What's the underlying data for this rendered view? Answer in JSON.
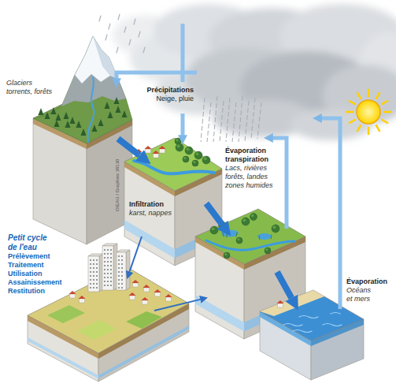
{
  "diagram": {
    "nodes": [
      {
        "text": [
          "Glaciers torrents, forêts"
        ]
      },
      {
        "text": [
          "Infiltration",
          "karst, nappes"
        ]
      },
      {
        "text": [
          "Évaporation transpiration",
          "Lacs, rivières forêts, landes zones humides"
        ]
      },
      {
        "text": [
          "Petit cycle de l'eau",
          "Prélèvement Traitement Utilisation Assainissement Restitution"
        ]
      },
      {
        "text": [
          "Évaporation",
          "Océans et mers"
        ]
      }
    ],
    "edges": [
      {
        "from": 0,
        "to": 1,
        "arrow": "to"
      },
      {
        "from": 1,
        "to": 2,
        "arrow": "to"
      },
      {
        "from": 2,
        "to": 4,
        "arrow": "to"
      },
      {
        "from": 1,
        "to": 3,
        "arrow": "to"
      },
      {
        "from": 3,
        "to": 2,
        "arrow": "to"
      }
    ],
    "labels": [
      "Précipitations",
      "Neige, pluie",
      "OIEAU / Graphies 38130"
    ]
  }
}
